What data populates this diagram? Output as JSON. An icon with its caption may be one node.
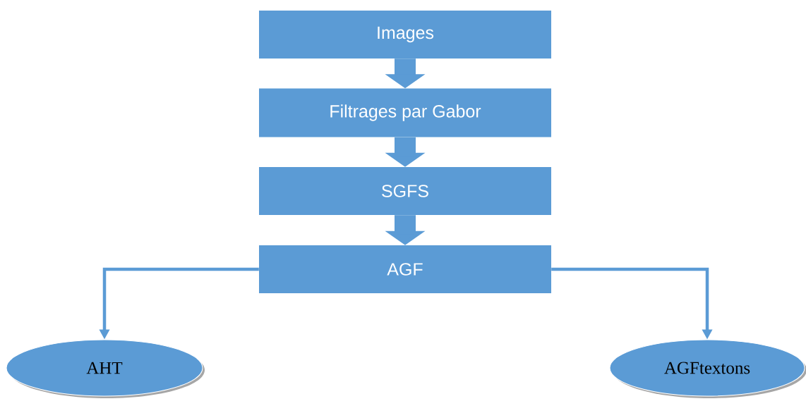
{
  "diagram": {
    "nodes": [
      {
        "text": [
          "Images"
        ]
      },
      {
        "text": [
          "Filtrages par Gabor"
        ]
      },
      {
        "text": [
          "SGFS"
        ]
      },
      {
        "text": [
          "AGF"
        ]
      },
      {
        "text": [
          "AHT"
        ]
      },
      {
        "text": [
          "AGFtextons"
        ]
      }
    ],
    "edges": [
      {
        "from": 0,
        "to": 1,
        "arrow": "to"
      },
      {
        "from": 1,
        "to": 2,
        "arrow": "to"
      },
      {
        "from": 2,
        "to": 3,
        "arrow": "to"
      },
      {
        "from": 3,
        "to": 4,
        "arrow": "to"
      },
      {
        "from": 3,
        "to": 5,
        "arrow": "to"
      }
    ]
  }
}
